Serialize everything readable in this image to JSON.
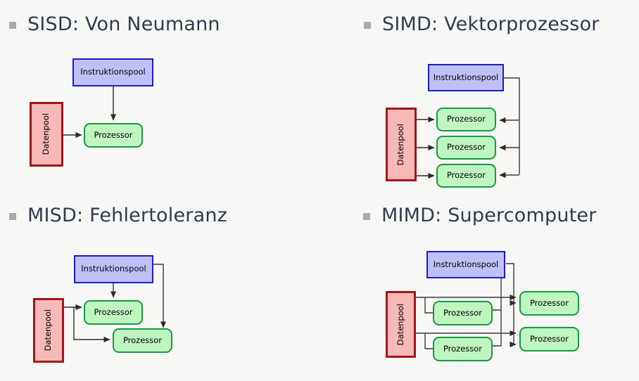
{
  "slide": {
    "background_color": "#f7f7f5",
    "bullet_color": "#aaaaaa",
    "heading_color": "#2d3d4e"
  },
  "palette": {
    "instruction_fill": "#c0c0f8",
    "instruction_border": "#1c1ccc",
    "processor_fill": "#bff5bf",
    "processor_border": "#159a46",
    "data_fill": "#f7b8b8",
    "data_border": "#a31616",
    "connector": "#3a3a3a"
  },
  "quadrants": {
    "sisd": {
      "heading": "SISD: Von Neumann",
      "instruction_pool": "Instruktionspool",
      "data_pool": "Datenpool",
      "processors": [
        "Prozessor"
      ]
    },
    "simd": {
      "heading": "SIMD: Vektorprozessor",
      "instruction_pool": "Instruktionspool",
      "data_pool": "Datenpool",
      "processors": [
        "Prozessor",
        "Prozessor",
        "Prozessor"
      ]
    },
    "misd": {
      "heading": "MISD: Fehlertoleranz",
      "instruction_pool": "Instruktionspool",
      "data_pool": "Datenpool",
      "processors": [
        "Prozessor",
        "Prozessor"
      ]
    },
    "mimd": {
      "heading": "MIMD: Supercomputer",
      "instruction_pool": "Instruktionspool",
      "data_pool": "Datenpool",
      "processors": [
        "Prozessor",
        "Prozessor",
        "Prozessor",
        "Prozessor"
      ]
    }
  }
}
